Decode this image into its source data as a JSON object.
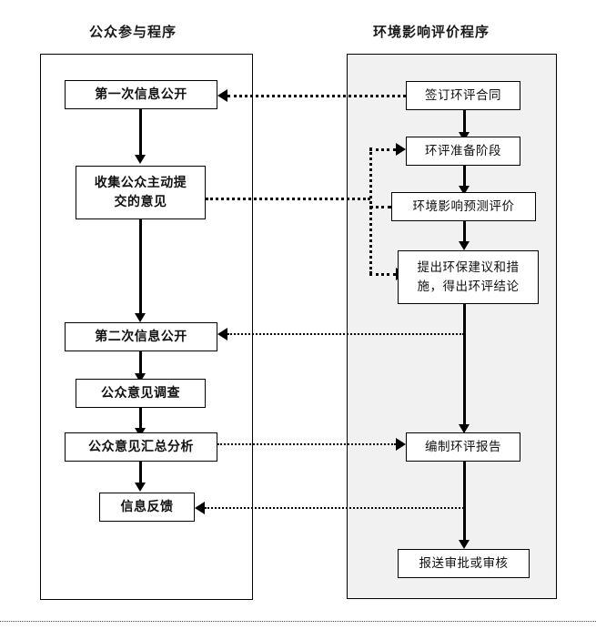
{
  "diagram": {
    "type": "flowchart",
    "title_left": "公众参与程序",
    "title_right": "环境影响评价程序",
    "left_column": {
      "title": "公众参与程序",
      "nodes": [
        {
          "id": "L1",
          "label": "第一次信息公开"
        },
        {
          "id": "L2",
          "label_line1": "收集公众主动提",
          "label_line2": "交的意见"
        },
        {
          "id": "L3",
          "label": "第二次信息公开"
        },
        {
          "id": "L4",
          "label": "公众意见调查"
        },
        {
          "id": "L5",
          "label": "公众意见汇总分析"
        },
        {
          "id": "L6",
          "label": "信息反馈"
        }
      ]
    },
    "right_column": {
      "title": "环境影响评价程序",
      "nodes": [
        {
          "id": "R1",
          "label": "签订环评合同"
        },
        {
          "id": "R2",
          "label": "环评准备阶段"
        },
        {
          "id": "R3",
          "label": "环境影响预测评价"
        },
        {
          "id": "R4",
          "label_line1": "提出环保建议和措",
          "label_line2": "施，得出环评结论"
        },
        {
          "id": "R5",
          "label": "编制环评报告"
        },
        {
          "id": "R6",
          "label": "报送审批或审核"
        }
      ]
    },
    "flows_solid": [
      {
        "from": "L1",
        "to": "L2"
      },
      {
        "from": "L2",
        "to": "L3"
      },
      {
        "from": "L3",
        "to": "L4"
      },
      {
        "from": "L4",
        "to": "L5"
      },
      {
        "from": "L5",
        "to": "L6"
      },
      {
        "from": "R1",
        "to": "R2"
      },
      {
        "from": "R2",
        "to": "R3"
      },
      {
        "from": "R3",
        "to": "R4"
      },
      {
        "from": "R4",
        "to": "R5"
      },
      {
        "from": "R5",
        "to": "R6"
      }
    ],
    "flows_dotted": [
      {
        "from": "R1",
        "to": "L1",
        "direction": "right-to-left"
      },
      {
        "from": "L2",
        "to": "R2",
        "direction": "left-to-right"
      },
      {
        "from": "L2",
        "to": "R3",
        "direction": "left-to-right"
      },
      {
        "from": "L2",
        "to": "R4",
        "direction": "left-to-right"
      },
      {
        "from": "R4",
        "to": "L3",
        "direction": "right-to-left"
      },
      {
        "from": "L5",
        "to": "R5",
        "direction": "left-to-right"
      },
      {
        "from": "R5",
        "to": "L6",
        "direction": "right-to-left"
      }
    ],
    "colors": {
      "line": "#000000",
      "node_fill": "#ffffff",
      "left_panel_fill": "#ffffff",
      "right_panel_fill": "#f1f1f1",
      "text": "#111111"
    }
  }
}
